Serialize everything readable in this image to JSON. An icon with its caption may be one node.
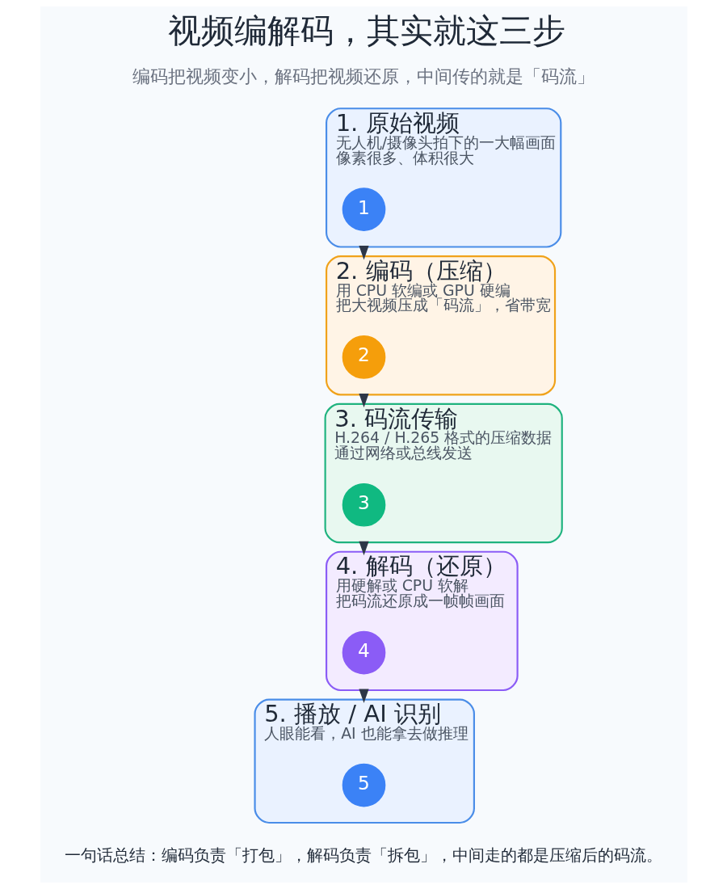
{
  "diagram": {
    "title": "视频编解码，其实就这三步",
    "caption": "一句话总结：编码负责「打包」，解码负责「拆包」，中间走的都是压缩后的码流。",
    "nodes": [
      {
        "text": [
          "1. 原始视频",
          "无人机/摄像头拍下的一大幅画面",
          "像素很多、体积很大"
        ]
      },
      {
        "text": [
          "1"
        ],
        "in": 0
      },
      {
        "text": [
          "2. 编码（压缩）",
          "用 CPU 软编或 GPU 硬编",
          "把大视频压成「码流」，省带宽"
        ]
      },
      {
        "text": [
          "2"
        ],
        "in": 2
      },
      {
        "text": [
          "3. 码流传输",
          "H.264 / H.265 格式的压缩数据",
          "通过网络或总线发送"
        ]
      },
      {
        "text": [
          "3"
        ],
        "in": 4
      },
      {
        "text": [
          "4. 解码（还原）",
          "用硬解或 CPU 软解",
          "把码流还原成一帧帧画面"
        ]
      },
      {
        "text": [
          "4"
        ],
        "in": 6
      },
      {
        "text": [
          "5. 播放 / AI 识别",
          "人眼能看，AI 也能拿去做推理"
        ]
      },
      {
        "text": [
          "5"
        ],
        "in": 8
      }
    ],
    "edges": [
      {
        "from": 0,
        "to": 2,
        "arrow": "to"
      },
      {
        "from": 2,
        "to": 4,
        "arrow": "to"
      },
      {
        "from": 4,
        "to": 6,
        "arrow": "to"
      },
      {
        "from": 6,
        "to": 8,
        "arrow": "to"
      }
    ],
    "labels": [
      "编码把视频变小，解码把视频还原，中间传的就是「码流」"
    ]
  }
}
